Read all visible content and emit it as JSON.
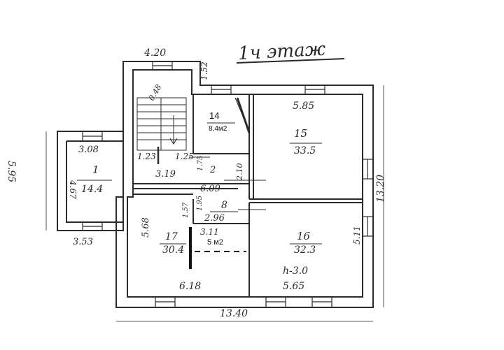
{
  "title": "1ч этаж",
  "overall_dims": {
    "top_width": "4.20",
    "bottom_width": "13.40",
    "right_height": "13.20",
    "left_height": "5.95",
    "notch": "1.52"
  },
  "rooms": [
    {
      "id": "1",
      "area": "14.4",
      "dims": [
        "3.08",
        "4.67",
        "3.53"
      ]
    },
    {
      "id": "2",
      "dims": [
        "6.09",
        "1.23",
        "1.25",
        "3.19",
        "0.48",
        "1.75"
      ]
    },
    {
      "id": "8",
      "dims": [
        "2.96",
        "1.57",
        "1.95",
        "3.11"
      ]
    },
    {
      "id": "14",
      "area": "8,4м2",
      "dims": [
        "2.10"
      ]
    },
    {
      "id": "15",
      "area": "33.5",
      "dims": [
        "5.85"
      ]
    },
    {
      "id": "16",
      "area": "32.3",
      "dims": [
        "5.11",
        "5.65",
        "h-3.0"
      ]
    },
    {
      "id": "17",
      "area": "30.4",
      "dims": [
        "5.68",
        "6.18"
      ],
      "extra_area": "5 м2"
    }
  ],
  "colors": {
    "ink": "#2b2b2b",
    "paper": "#ffffff",
    "marker": "#111111"
  }
}
